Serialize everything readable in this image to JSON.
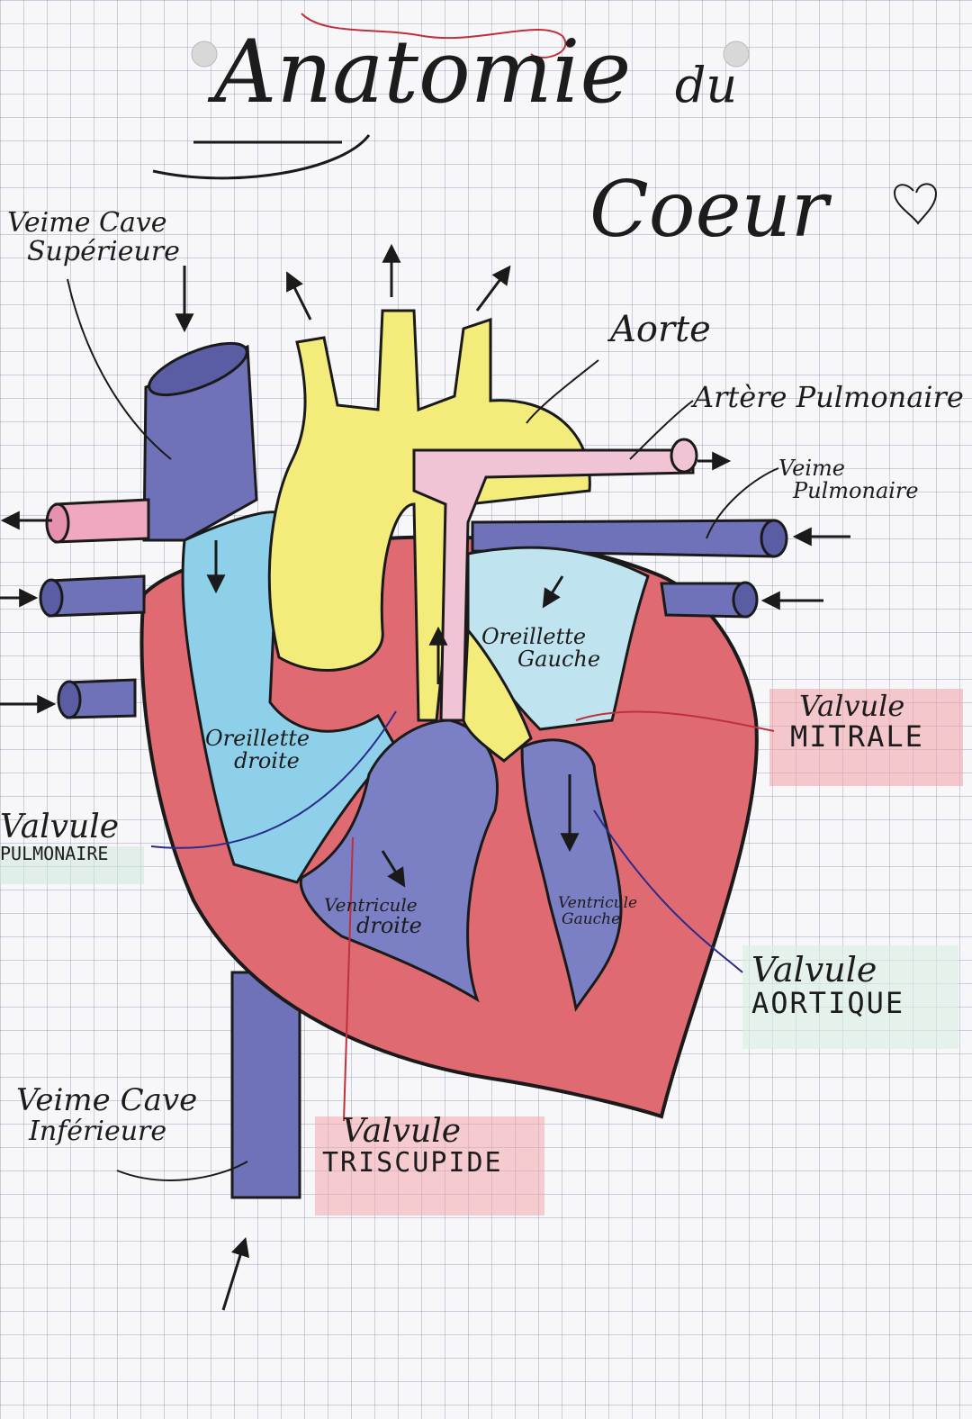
{
  "title": {
    "line1": "Anatomie",
    "line1_suffix": "du",
    "line2": "Coeur"
  },
  "labels": {
    "veine_cave_superieure": [
      "Veime Cave",
      "Supérieure"
    ],
    "aorte": "Aorte",
    "artere_pulmonaire": "Artère Pulmonaire",
    "veine_pulmonaire": [
      "Veime",
      "Pulmonaire"
    ],
    "oreillette_droite": [
      "Oreillette",
      "droite"
    ],
    "oreillette_gauche": [
      "Oreillette",
      "Gauche"
    ],
    "ventricule_droite": [
      "Ventricule",
      "droite"
    ],
    "ventricule_gauche": [
      "Ventricule",
      "Gauche"
    ],
    "valvule_mitrale": [
      "Valvule",
      "MITRALE"
    ],
    "valvule_pulmonaire": [
      "Valvule",
      "PULMONAIRE"
    ],
    "valvule_aortique": [
      "Valvule",
      "AORTIQUE"
    ],
    "valvule_triscupide": [
      "Valvule",
      "TRISCUPIDE"
    ],
    "veine_cave_inferieure": [
      "Veime Cave",
      "Inférieure"
    ]
  },
  "colors": {
    "myocarde": "#e06a72",
    "oreillette_droite": "#8ed0ea",
    "oreillette_gauche": "#bfe4f0",
    "aorte": "#f3ec7a",
    "artere_pulmonaire": "#f0c4d4",
    "veines": "#6f72b8",
    "ventricules": "#7b7fc4",
    "highlight_red": "#f3a0a8",
    "highlight_green": "#d9eee2"
  }
}
